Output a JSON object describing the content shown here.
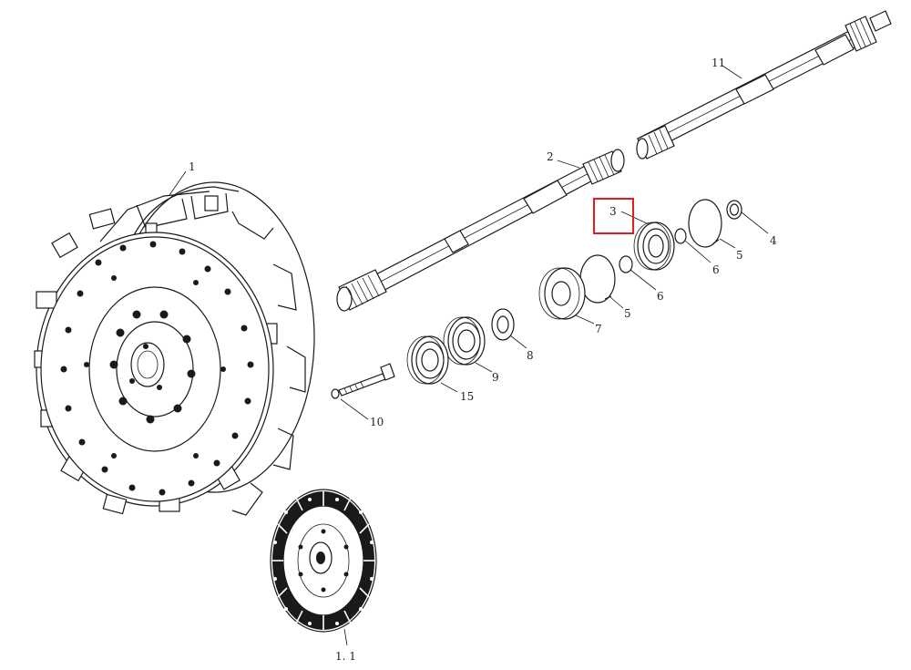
{
  "highlight": {
    "color": "#e31b1b",
    "target": "3"
  },
  "callouts": [
    {
      "id": "c1",
      "text": "1"
    },
    {
      "id": "c1_1",
      "text": "1. 1"
    },
    {
      "id": "c2",
      "text": "2"
    },
    {
      "id": "c3",
      "text": "3"
    },
    {
      "id": "c4",
      "text": "4"
    },
    {
      "id": "c5a",
      "text": "5"
    },
    {
      "id": "c5b",
      "text": "5"
    },
    {
      "id": "c6a",
      "text": "6"
    },
    {
      "id": "c6b",
      "text": "6"
    },
    {
      "id": "c7",
      "text": "7"
    },
    {
      "id": "c8",
      "text": "8"
    },
    {
      "id": "c9",
      "text": "9"
    },
    {
      "id": "c10",
      "text": "10"
    },
    {
      "id": "c11",
      "text": "11"
    },
    {
      "id": "c15",
      "text": "15"
    }
  ]
}
